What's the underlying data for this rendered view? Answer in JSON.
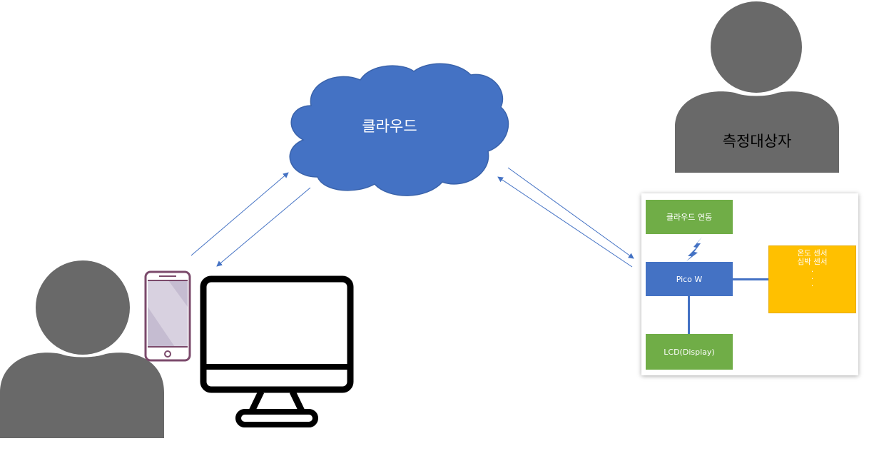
{
  "cloud": {
    "label": "클라우드"
  },
  "subject": {
    "label": "측정대상자"
  },
  "panel": {
    "cloud_link": "클라우드 연동",
    "mcu": "Pico W",
    "sensors": [
      "온도 센서",
      "심박 센서"
    ],
    "sensor_more": [
      ".",
      ".",
      "."
    ],
    "display": "LCD(Display)"
  },
  "colors": {
    "cloud": "#4472c4",
    "person": "#696969",
    "arrow": "#4472c4",
    "green_box": "#70ad47",
    "blue_box": "#4472c4",
    "yellow_box": "#ffc000",
    "phone": "#7b4a6b"
  }
}
